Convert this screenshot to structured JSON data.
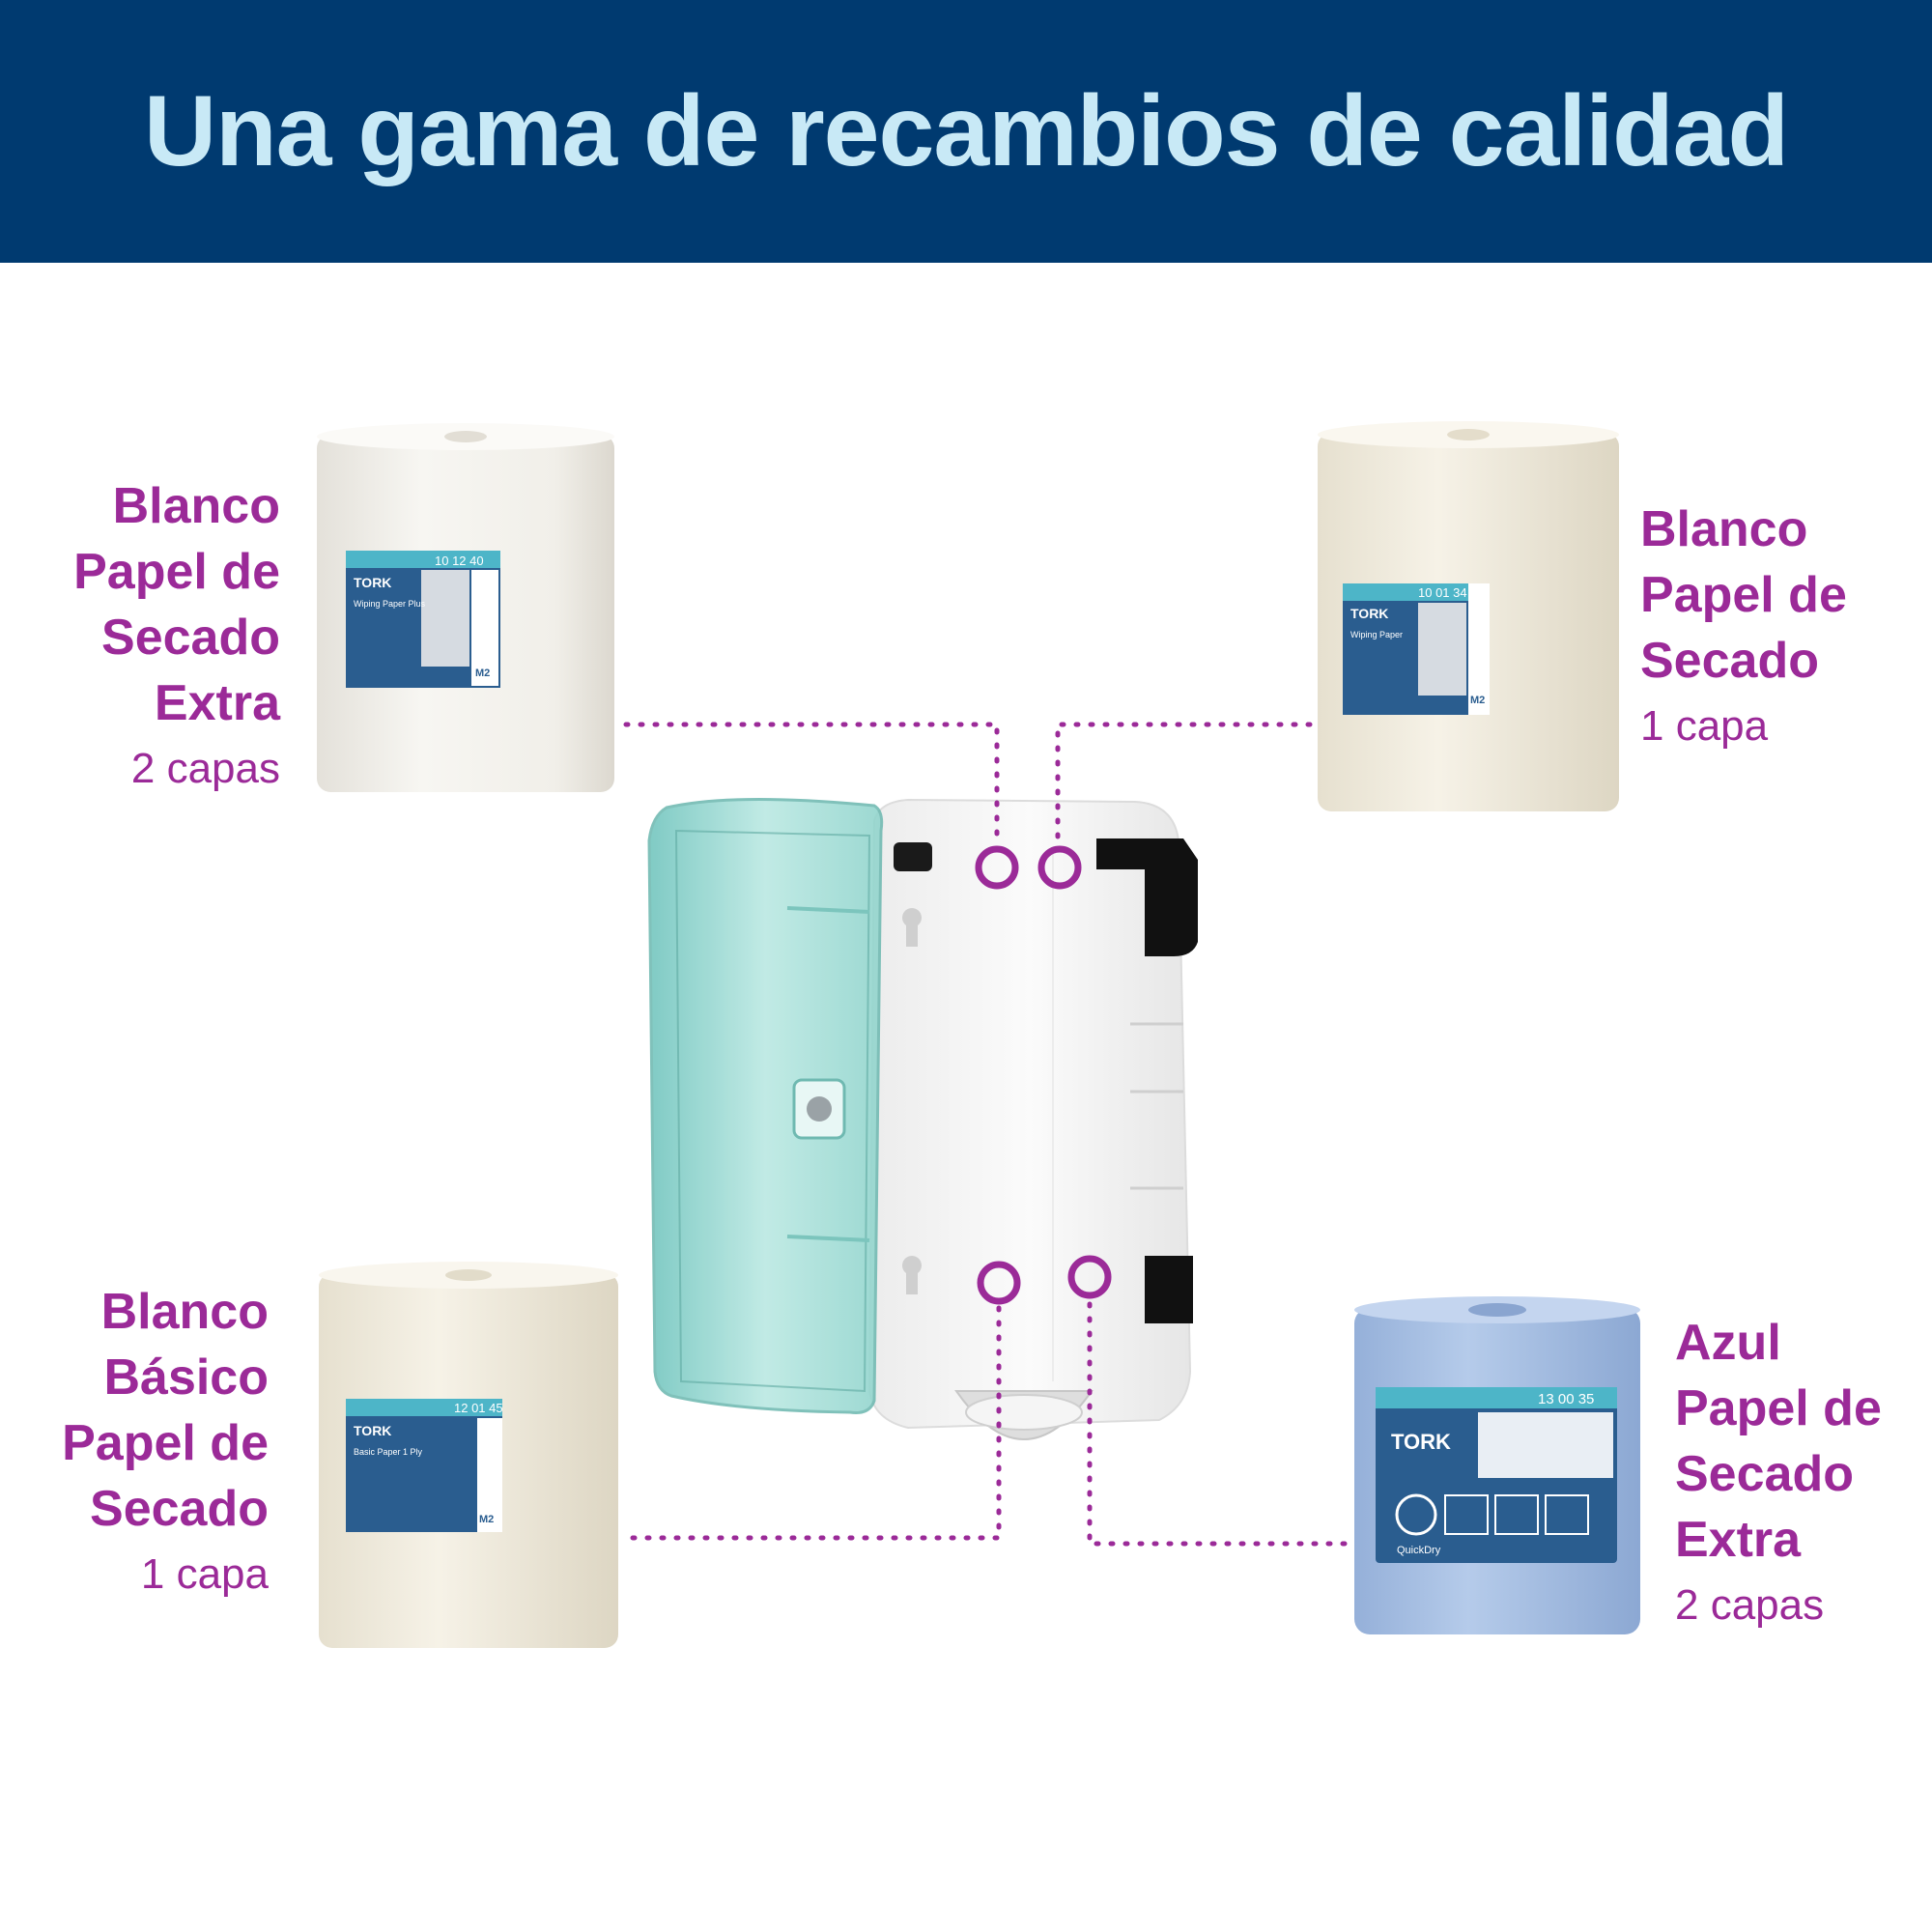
{
  "header": {
    "title": "Una gama de recambios de calidad"
  },
  "products": [
    {
      "id": "top-left",
      "lines": [
        "Blanco",
        "Papel de",
        "Secado",
        "Extra"
      ],
      "ply": "2 capas",
      "roll_color": "#f3f1ec",
      "package": {
        "brand": "TORK",
        "code": "10 12 40",
        "name": "Wiping Paper Plus",
        "size": "M2"
      }
    },
    {
      "id": "top-right",
      "lines": [
        "Blanco",
        "Papel de",
        "Secado"
      ],
      "ply": "1 capa",
      "roll_color": "#f5f2e8",
      "package": {
        "brand": "TORK",
        "code": "10 01 34",
        "name": "Wiping Paper",
        "size": "M2"
      }
    },
    {
      "id": "bottom-left",
      "lines": [
        "Blanco",
        "Básico",
        "Papel de",
        "Secado"
      ],
      "ply": "1 capa",
      "roll_color": "#f2eee3",
      "package": {
        "brand": "TORK",
        "code": "12 01 45",
        "name": "Basic Paper 1 Ply",
        "size": "M2"
      }
    },
    {
      "id": "bottom-right",
      "lines": [
        "Azul",
        "Papel de",
        "Secado",
        "Extra"
      ],
      "ply": "2 capas",
      "roll_color": "#a9c2e4",
      "package": {
        "brand": "TORK",
        "code": "13 00 35",
        "name": "QuickDry",
        "size": ""
      }
    }
  ],
  "colors": {
    "banner": "#003a70",
    "title": "#c8e9f6",
    "accent": "#9b2a98",
    "lid": "#9fdcd6"
  }
}
